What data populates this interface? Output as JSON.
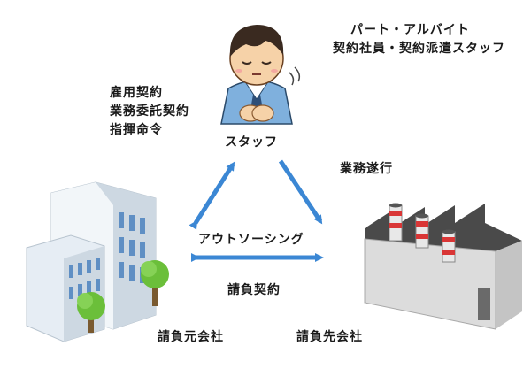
{
  "staff": {
    "label": "スタッフ",
    "types": [
      "パート・アルバイト",
      "契約社員・契約派遣スタッフ"
    ]
  },
  "contracts_left": [
    "雇用契約",
    "業務委託契約",
    "指揮命令"
  ],
  "right_label": "業務遂行",
  "center_label": "アウトソーシング",
  "bottom_label": "請負契約",
  "client_label": "請負元会社",
  "contractor_label": "請負先会社",
  "colors": {
    "arrow": "#3b87d4",
    "staff_shirt": "#7fb0dd",
    "tree": "#6bbf3a",
    "building": "#dfe8f0",
    "factory_stripe": "#d93636"
  },
  "icons": [
    "staff-bowing-icon",
    "office-building-icon",
    "factory-icon",
    "tree-icon"
  ]
}
